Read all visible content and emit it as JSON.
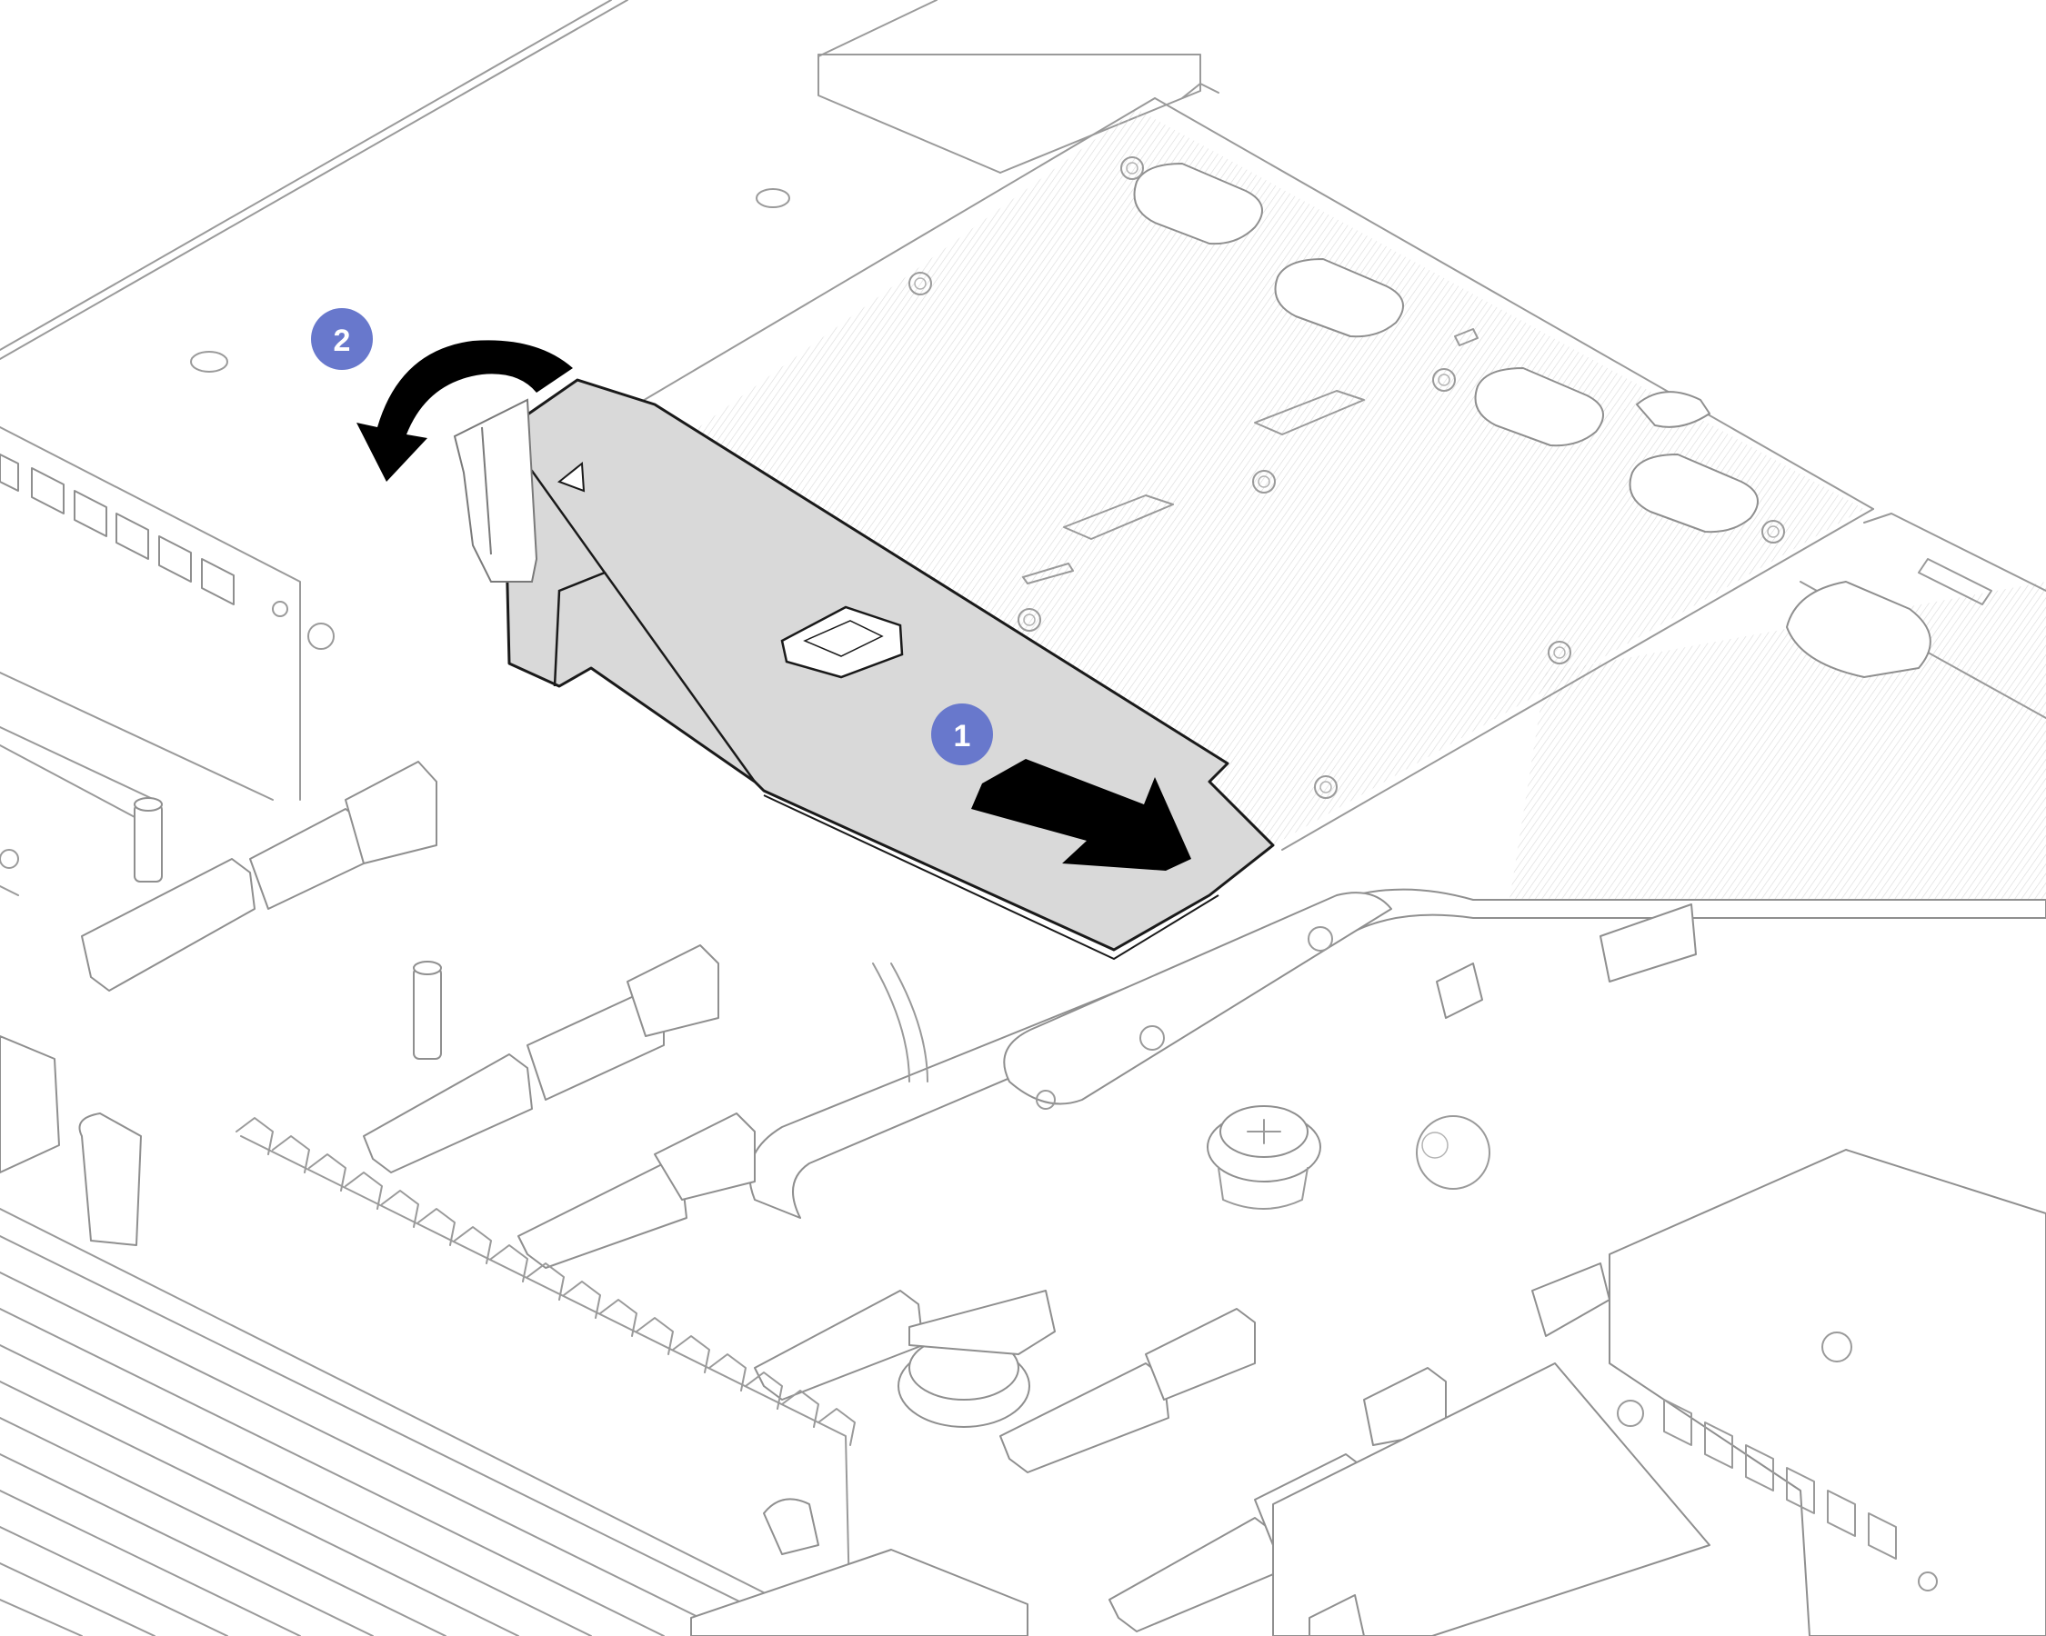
{
  "callouts": [
    {
      "number": "1",
      "step": "slide-duct"
    },
    {
      "number": "2",
      "step": "rotate-latch"
    }
  ],
  "colors": {
    "callout_fill": "#6878cc",
    "highlight_part_fill": "#d9d9d9",
    "highlight_part_stroke": "#1a1a1a",
    "arrow_fill": "#000000",
    "line_art": "#9a9a9a",
    "background": "#ffffff"
  },
  "icons": [
    "straight-arrow-icon",
    "curved-arrow-icon",
    "callout-badge-icon"
  ]
}
